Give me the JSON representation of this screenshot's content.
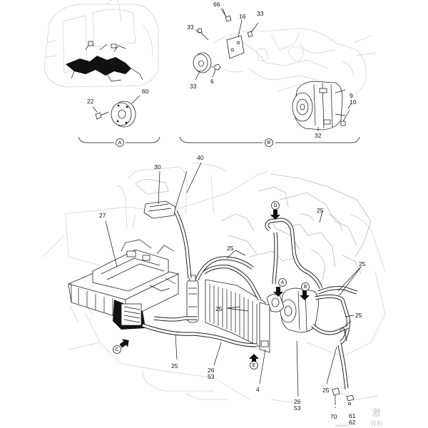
{
  "parts": {
    "p66": "66",
    "p16": "16",
    "p33a": "33",
    "p33b": "33",
    "p33c": "33",
    "p6": "6",
    "p22": "22",
    "p60": "60",
    "p9": "9",
    "p10": "10",
    "p32": "32",
    "p40": "40",
    "p30": "30",
    "p27": "27",
    "p25a": "25",
    "p25b": "25",
    "p25c": "25",
    "p25d": "25",
    "p25e": "25",
    "p25f": "25",
    "p26a": "26",
    "p53a": "53",
    "p26b": "26",
    "p53b": "53",
    "p4": "4",
    "p70": "70",
    "p61": "61",
    "p62": "62"
  },
  "views": {
    "A": "A",
    "B": "B",
    "C": "C",
    "D": "D",
    "E": "E"
  },
  "callouts": {
    "A": "A",
    "B": "B",
    "C": "C",
    "D": "D",
    "E": "E"
  },
  "watermark": {
    "char": "激",
    "sub": "转利",
    "code": "B900419 E"
  }
}
